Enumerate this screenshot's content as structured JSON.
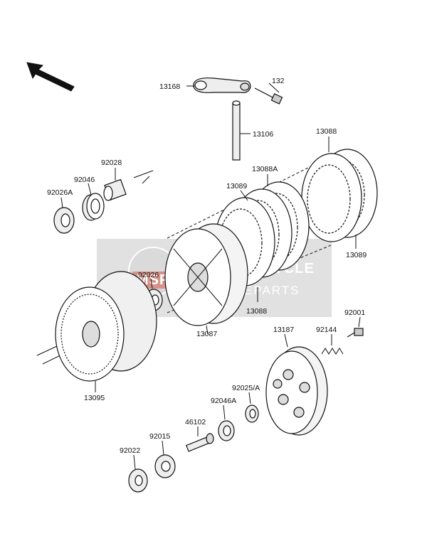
{
  "diagram": {
    "parts": [
      {
        "id": "p13168",
        "number": "13168",
        "name": "clutch release lever"
      },
      {
        "id": "p132",
        "number": "132",
        "name": "bolt"
      },
      {
        "id": "p13106",
        "number": "13106",
        "name": "push rod"
      },
      {
        "id": "p13088a",
        "number": "13088",
        "name": "friction plate"
      },
      {
        "id": "p13088A",
        "number": "13088A",
        "name": "friction plate"
      },
      {
        "id": "p13089a",
        "number": "13089",
        "name": "steel plate"
      },
      {
        "id": "p13089b",
        "number": "13089",
        "name": "steel plate"
      },
      {
        "id": "p92028",
        "number": "92028",
        "name": "sleeve"
      },
      {
        "id": "p92046",
        "number": "92046",
        "name": "needle bearing"
      },
      {
        "id": "p92026A",
        "number": "92026A",
        "name": "washer"
      },
      {
        "id": "p92026",
        "number": "92026",
        "name": "washer"
      },
      {
        "id": "p13088b",
        "number": "13088",
        "name": "friction plate"
      },
      {
        "id": "p13087",
        "number": "13087",
        "name": "clutch hub"
      },
      {
        "id": "p13095",
        "number": "13095",
        "name": "clutch housing"
      },
      {
        "id": "p13187",
        "number": "13187",
        "name": "pressure plate"
      },
      {
        "id": "p92144",
        "number": "92144",
        "name": "spring"
      },
      {
        "id": "p92001",
        "number": "92001",
        "name": "bolt"
      },
      {
        "id": "p92025A",
        "number": "92025/A",
        "name": "washer"
      },
      {
        "id": "p92046A",
        "number": "92046A",
        "name": "bearing"
      },
      {
        "id": "p46102",
        "number": "46102",
        "name": "push rod end"
      },
      {
        "id": "p92015",
        "number": "92015",
        "name": "nut"
      },
      {
        "id": "p92022",
        "number": "92022",
        "name": "washer"
      }
    ],
    "watermark": {
      "brand": "MSP",
      "line1": "MOTORCYCLE",
      "line2": "SPAREPARTS"
    }
  }
}
